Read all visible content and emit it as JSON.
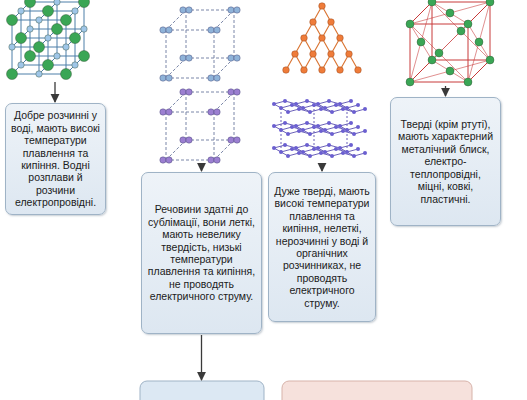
{
  "diagram": {
    "nodes": [
      {
        "text": [
          "Добре розчинні у воді, мають високі температури плавлення та кипіння. Водні розплави й розчини електропровідні."
        ]
      },
      {
        "text": [
          "Речовини здатні до сублімації, вони леткі, мають невелику твердість, низькі температури плавлення та кипіння, не проводять електричного струму."
        ]
      },
      {
        "text": [
          "Дуже тверді, мають високі температури плавлення та кипіння, нелеткі, нерозчинні у воді й органічних розчинниках, не проводять електричного струму."
        ]
      },
      {
        "text": [
          "Тверді (крім ртуті), мають характерний металічний блиск, електро- теплопровідні, міцні, ковкі, пластичні."
        ]
      }
    ]
  }
}
